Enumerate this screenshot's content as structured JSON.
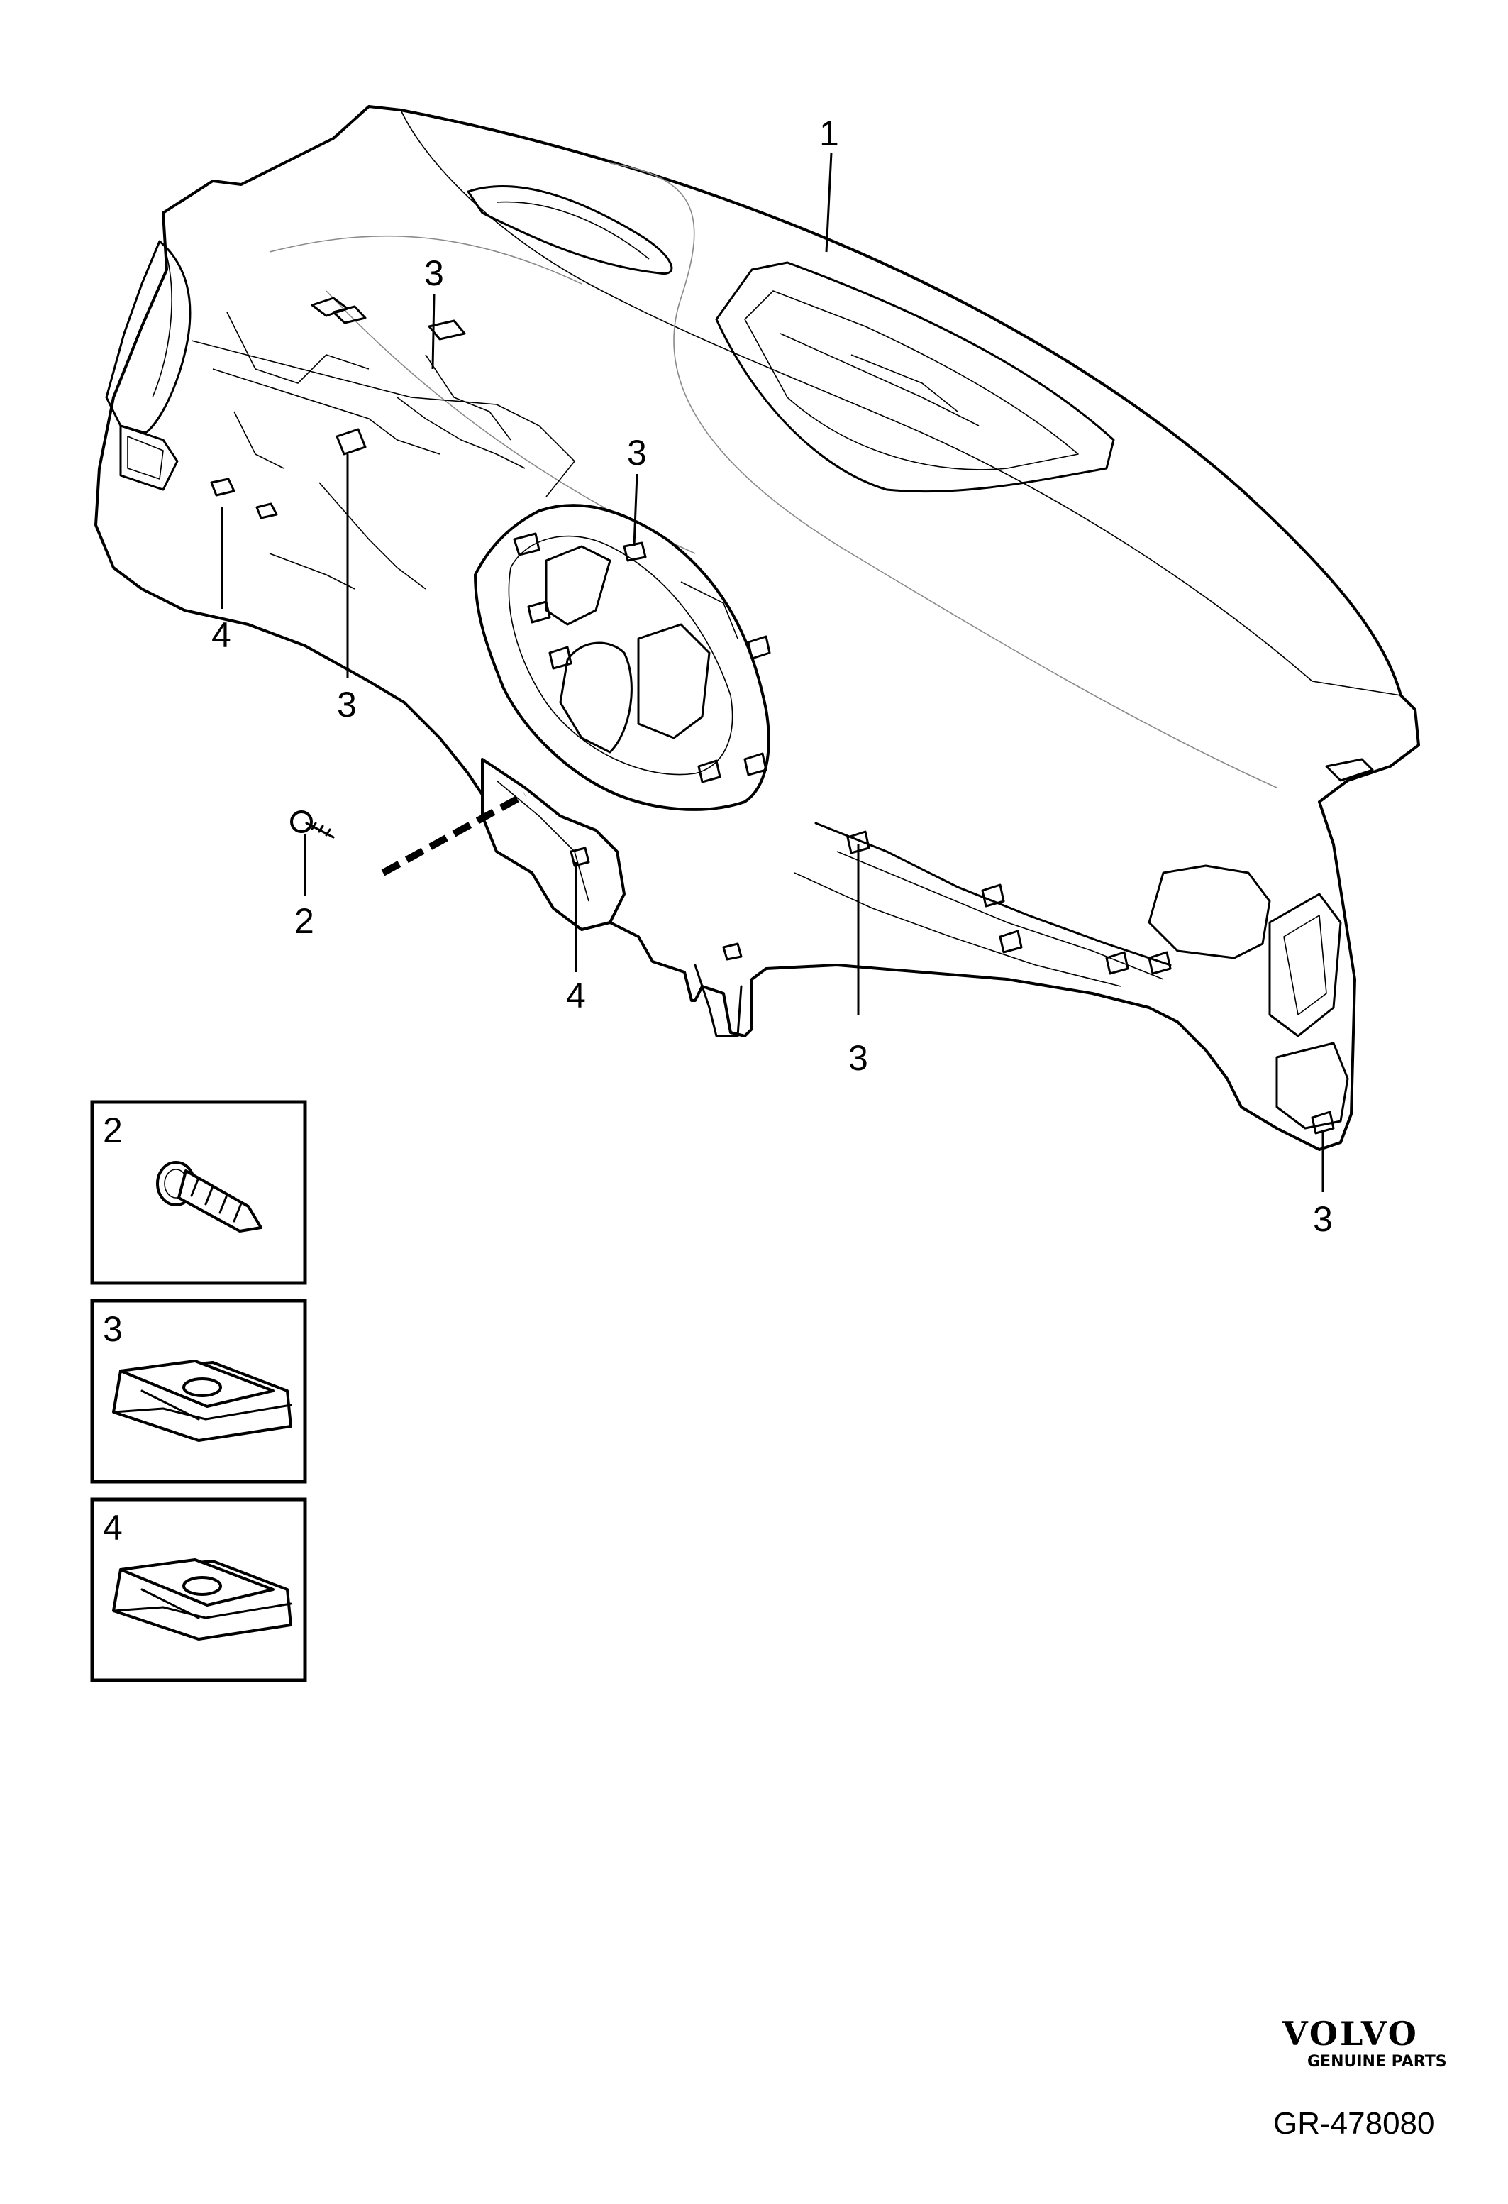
{
  "diagram": {
    "callouts": [
      {
        "id": "c1",
        "label": "1"
      },
      {
        "id": "c3a",
        "label": "3"
      },
      {
        "id": "c3b",
        "label": "3"
      },
      {
        "id": "c4a",
        "label": "4"
      },
      {
        "id": "c3c",
        "label": "3"
      },
      {
        "id": "c2",
        "label": "2"
      },
      {
        "id": "c4b",
        "label": "4"
      },
      {
        "id": "c3d",
        "label": "3"
      },
      {
        "id": "c3e",
        "label": "3"
      }
    ],
    "insets": [
      {
        "label": "2",
        "part": "screw"
      },
      {
        "label": "3",
        "part": "u-nut"
      },
      {
        "label": "4",
        "part": "u-nut"
      }
    ]
  },
  "brand": {
    "logo_text": "VOLVO",
    "tagline": "GENUINE PARTS"
  },
  "reference": "GR-478080"
}
